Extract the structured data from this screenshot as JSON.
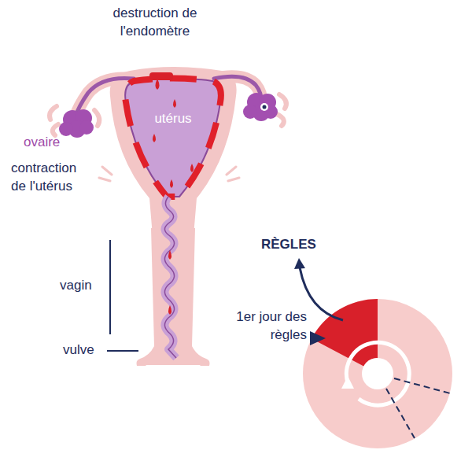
{
  "diagram": {
    "labels": [
      "destruction de l'endomètre",
      "utérus",
      "ovaire",
      "contraction de l'utérus",
      "vagin",
      "vulve",
      "RÈGLES",
      "1er jour des règles"
    ]
  }
}
